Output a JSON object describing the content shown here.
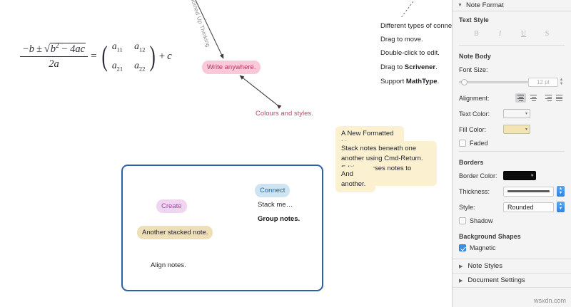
{
  "canvas": {
    "formula": {
      "numerator": "−b ± √(b² − 4ac)",
      "denominator": "2a",
      "equals": "=",
      "matrix": [
        "a11",
        "a12",
        "a21",
        "a22"
      ],
      "trailing": "+ c"
    },
    "rotated_label": "Joined Up Thinking",
    "notes": {
      "write_anywhere": "Write anywhere.",
      "colours_and_styles": "Colours and styles.",
      "new_formatted_note": "A New Formatted Note",
      "stack_notes": "Stack notes beneath one another using Cmd-Return. Editing causes notes to reposition.",
      "and_another": "And another."
    },
    "instructions": [
      "Different types of connecti",
      "Drag to move.",
      "Double-click to edit.",
      "Drag to ",
      "Support "
    ],
    "instruction_bold": {
      "scrivener": "Scrivener",
      "mathtype": "MathType"
    },
    "instruction_suffix": ".",
    "group_box": {
      "connect": "Connect",
      "create": "Create",
      "stack_me": "Stack me…",
      "group_notes": "Group notes.",
      "another_stacked": "Another stacked note.",
      "align_notes": "Align notes."
    }
  },
  "sidebar": {
    "header": {
      "title": "Note Format",
      "disclosure": "▼"
    },
    "text_style": {
      "label": "Text Style",
      "buttons": [
        {
          "name": "bold",
          "glyph": "B"
        },
        {
          "name": "italic",
          "glyph": "I"
        },
        {
          "name": "underline",
          "glyph": "U"
        },
        {
          "name": "strikethrough",
          "glyph": "S"
        }
      ]
    },
    "note_body": {
      "label": "Note Body",
      "font_size_label": "Font Size:",
      "font_size_value": "12 pt",
      "alignment_label": "Alignment:",
      "alignment_selected": "left",
      "text_color_label": "Text Color:",
      "text_color_value": "#f6f6f6",
      "fill_color_label": "Fill Color:",
      "fill_color_value": "#f2e4b5",
      "faded_label": "Faded",
      "faded_checked": false
    },
    "borders": {
      "label": "Borders",
      "border_color_label": "Border Color:",
      "border_color_value": "#0b0b0b",
      "thickness_label": "Thickness:",
      "style_label": "Style:",
      "style_value": "Rounded",
      "shadow_label": "Shadow",
      "shadow_checked": false
    },
    "background_shapes": {
      "label": "Background Shapes",
      "magnetic_label": "Magnetic",
      "magnetic_checked": true
    },
    "collapsed_sections": [
      {
        "label": "Note Styles",
        "disclosure": "▶"
      },
      {
        "label": "Document Settings",
        "disclosure": "▶"
      }
    ]
  },
  "watermark": "wsxdn.com"
}
